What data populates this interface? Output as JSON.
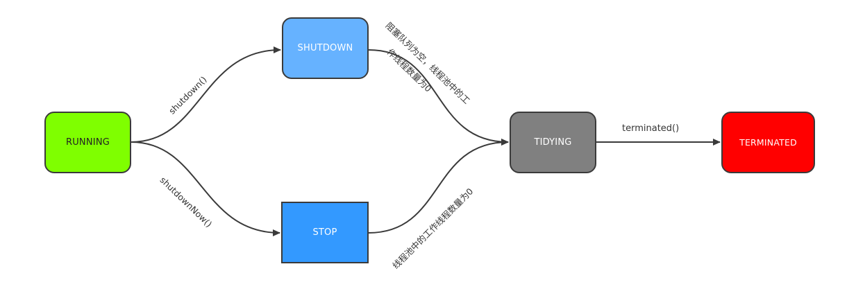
{
  "nodes": {
    "running": {
      "label": "RUNNING",
      "fill": "#7fff00"
    },
    "shutdown": {
      "label": "SHUTDOWN",
      "fill": "#66b2ff"
    },
    "stop": {
      "label": "STOP",
      "fill": "#3399ff"
    },
    "tidying": {
      "label": "TIDYING",
      "fill": "#808080"
    },
    "terminated": {
      "label": "TERMINATED",
      "fill": "#ff0000"
    }
  },
  "edges": {
    "shutdown_call": "shutdown()",
    "shutdownnow_call": "shutdownNow()",
    "terminated_call": "terminated()",
    "shutdown_to_tidying_line1": "阻塞队列为空，线程池中的工",
    "shutdown_to_tidying_line2": "作线程数量为0",
    "stop_to_tidying": "线程池中的工作线程数量为0"
  },
  "colors": {
    "edge": "#3a3a3a",
    "border": "#3a3a3a"
  }
}
